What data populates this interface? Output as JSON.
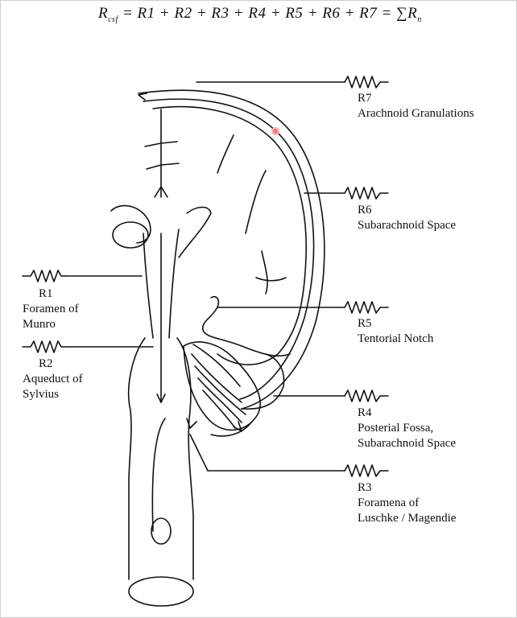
{
  "equation": {
    "lhs": "R",
    "lhs_sub": "csf",
    "terms": [
      "R1",
      "R2",
      "R3",
      "R4",
      "R5",
      "R6",
      "R7"
    ],
    "sum_symbol": "∑",
    "sum_term": "R",
    "sum_sub": "n"
  },
  "resistors": [
    {
      "id": "R7",
      "name_lines": [
        "Arachnoid Granulations"
      ]
    },
    {
      "id": "R6",
      "name_lines": [
        "Subarachnoid Space"
      ]
    },
    {
      "id": "R1",
      "name_lines": [
        "Foramen of",
        "Munro"
      ]
    },
    {
      "id": "R5",
      "name_lines": [
        "Tentorial Notch"
      ]
    },
    {
      "id": "R2",
      "name_lines": [
        "Aqueduct of",
        "Sylvius"
      ]
    },
    {
      "id": "R4",
      "name_lines": [
        "Posterial Fossa,",
        "Subarachnoid Space"
      ]
    },
    {
      "id": "R3",
      "name_lines": [
        "Foramena of",
        "Luschke / Magendie"
      ]
    }
  ],
  "colors": {
    "ink": "#111111",
    "cursor": "#f07a7a"
  }
}
